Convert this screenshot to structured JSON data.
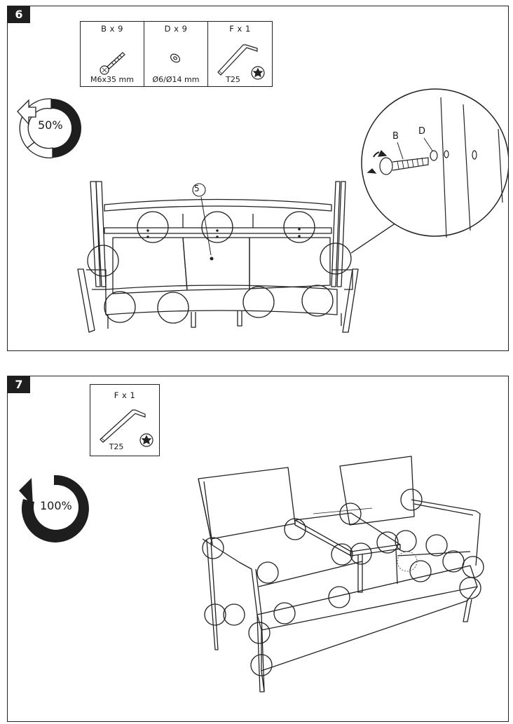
{
  "steps": [
    {
      "number": "6",
      "parts": [
        {
          "name": "B x 9",
          "spec": "M6x35 mm",
          "icon": "bolt-icon"
        },
        {
          "name": "D x 9",
          "spec": "Ø6/Ø14 mm",
          "icon": "washer-icon"
        },
        {
          "name": "F x 1",
          "spec": "T25",
          "icon": "torx-key-icon"
        }
      ],
      "tighten": "50%",
      "part_label": "5",
      "callout_labels": [
        "B",
        "D"
      ]
    },
    {
      "number": "7",
      "parts": [
        {
          "name": "F x 1",
          "spec": "T25",
          "icon": "torx-key-icon"
        }
      ],
      "tighten": "100%"
    }
  ]
}
